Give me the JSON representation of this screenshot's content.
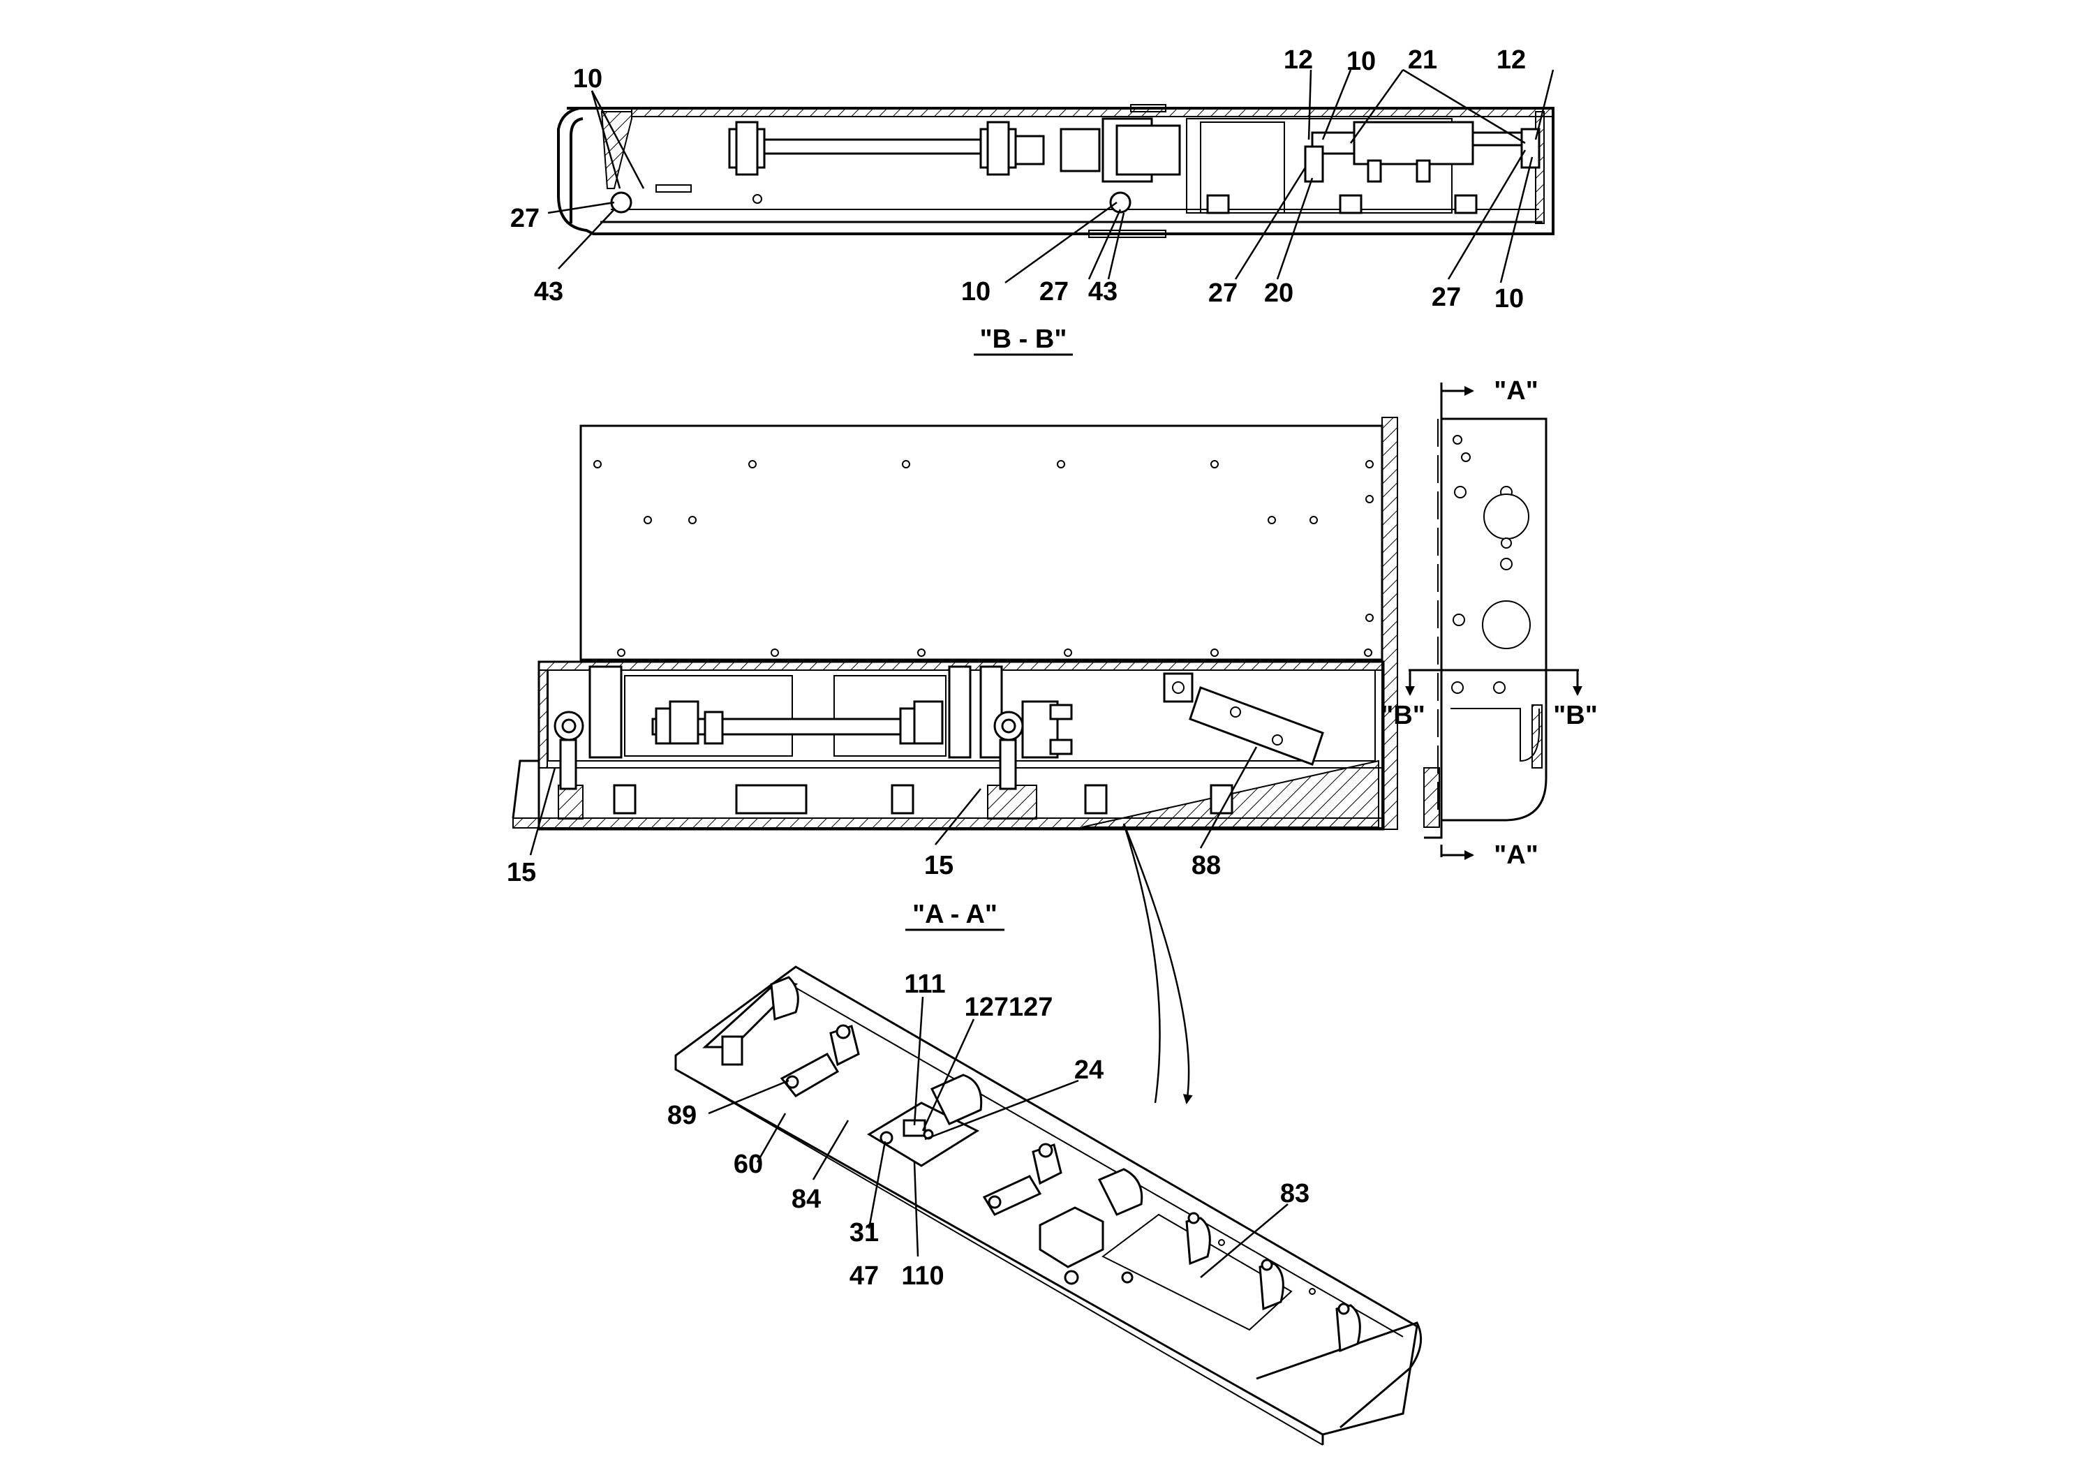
{
  "sections": {
    "bb_title": "\"B - B\"",
    "aa_title": "\"A - A\"",
    "marker_a_top": "\"A\"",
    "marker_a_bottom": "\"A\"",
    "marker_b_left": "\"B\"",
    "marker_b_right": "\"B\""
  },
  "callouts_bb": [
    "10",
    "27",
    "43",
    "10",
    "27",
    "43",
    "12",
    "10",
    "21",
    "12",
    "27",
    "20",
    "27",
    "10"
  ],
  "callouts_aa": [
    "15",
    "15",
    "88"
  ],
  "callouts_detail": [
    "111",
    "127127",
    "24",
    "89",
    "60",
    "84",
    "31",
    "47",
    "110",
    "83"
  ]
}
